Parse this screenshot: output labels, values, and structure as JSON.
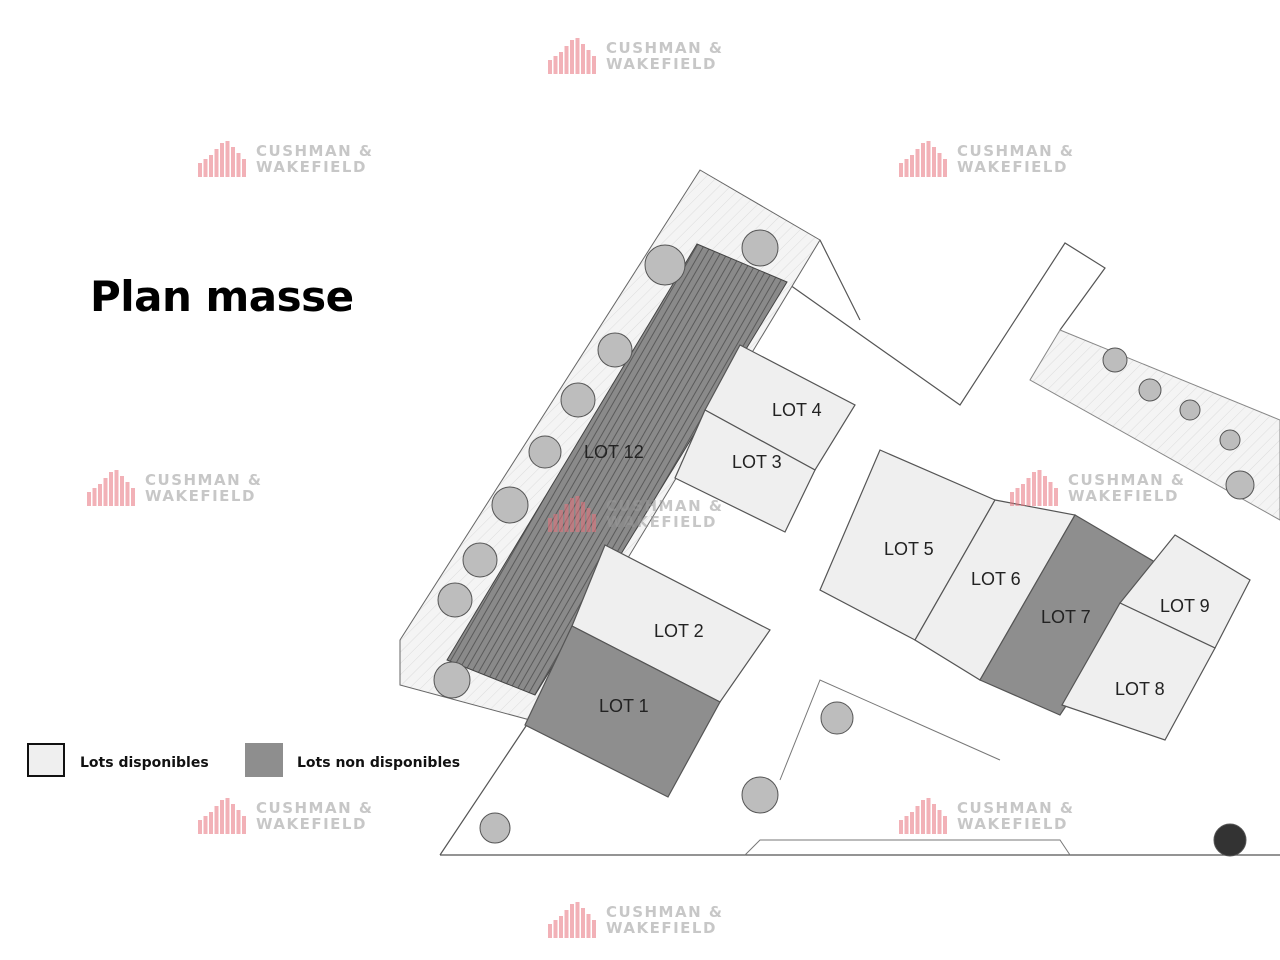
{
  "title": "Plan masse",
  "legend": [
    {
      "label": "Lots disponibles",
      "color": "#efefef"
    },
    {
      "label": "Lots non disponibles",
      "color": "#8e8e8e"
    }
  ],
  "watermark": {
    "line1": "CUSHMAN &",
    "line2": "WAKEFIELD",
    "color": "#e8737d"
  },
  "lots": [
    {
      "label": "LOT 12",
      "available": true
    },
    {
      "label": "LOT 4",
      "available": true
    },
    {
      "label": "LOT 3",
      "available": true
    },
    {
      "label": "LOT 2",
      "available": true
    },
    {
      "label": "LOT 1",
      "available": false
    },
    {
      "label": "LOT 5",
      "available": true
    },
    {
      "label": "LOT 6",
      "available": true
    },
    {
      "label": "LOT 7",
      "available": false
    },
    {
      "label": "LOT 9",
      "available": true
    },
    {
      "label": "LOT 8",
      "available": true
    }
  ]
}
